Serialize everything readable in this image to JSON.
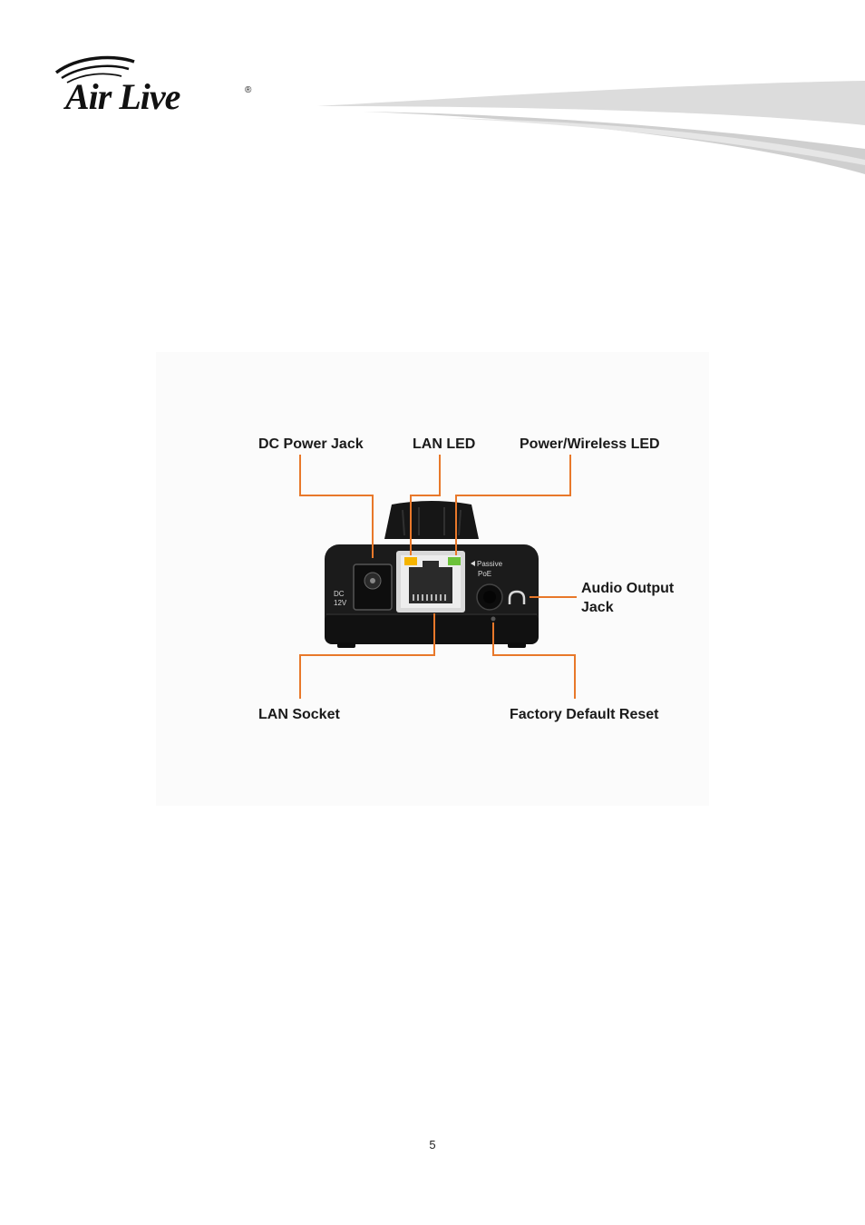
{
  "header": {
    "brand_logo": "Air Live",
    "registered_mark": "®"
  },
  "figure": {
    "callouts": {
      "dc_power_jack": "DC Power Jack",
      "lan_led": "LAN LED",
      "power_wireless_led": "Power/Wireless LED",
      "audio_output_jack": "Audio Output Jack",
      "lan_socket": "LAN Socket",
      "factory_default_reset": "Factory Default Reset"
    },
    "device_markings": {
      "dc": "DC",
      "voltage": "12V",
      "passive": "Passive",
      "poe": "PoE"
    },
    "colors": {
      "leader_lines": "#e8782a",
      "device_body": "#1b1b1b",
      "lan_led": "#f5b400",
      "power_led": "#6cc23a"
    }
  },
  "footer": {
    "page_number": "5"
  }
}
